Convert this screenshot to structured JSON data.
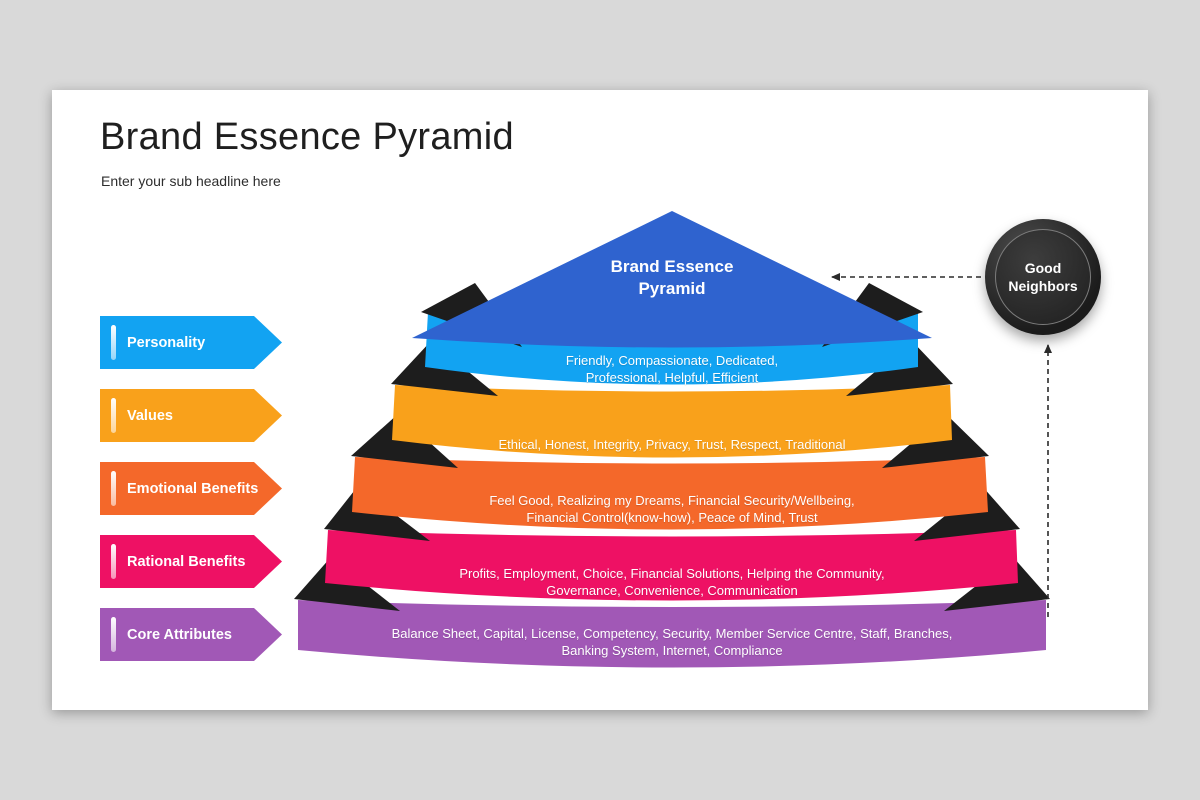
{
  "page": {
    "background": "#d9d9d9"
  },
  "slide": {
    "title": "Brand Essence Pyramid",
    "subtitle": "Enter your sub headline here"
  },
  "side_labels": [
    {
      "label": "Personality",
      "color": "#12a3f2"
    },
    {
      "label": "Values",
      "color": "#f9a11b"
    },
    {
      "label": "Emotional Benefits",
      "color": "#f4682a"
    },
    {
      "label": "Rational Benefits",
      "color": "#ee1164"
    },
    {
      "label": "Core Attributes",
      "color": "#a158b6"
    }
  ],
  "pyramid": {
    "apex": {
      "title": "Brand Essence\nPyramid",
      "color": "#2f63cf"
    },
    "levels": [
      {
        "color": "#12a3f2",
        "text": "Friendly, Compassionate, Dedicated,\nProfessional, Helpful, Efficient"
      },
      {
        "color": "#f9a11b",
        "text": "Ethical, Honest, Integrity, Privacy, Trust, Respect, Traditional"
      },
      {
        "color": "#f4682a",
        "text": "Feel Good, Realizing my Dreams, Financial Security/Wellbeing,\nFinancial Control(know-how), Peace of Mind, Trust"
      },
      {
        "color": "#ee1164",
        "text": "Profits, Employment, Choice, Financial Solutions, Helping the Community,\nGovernance, Convenience, Communication"
      },
      {
        "color": "#a158b6",
        "text": "Balance Sheet, Capital, License, Competency, Security, Member Service Centre, Staff, Branches,\nBanking System, Internet, Compliance"
      }
    ]
  },
  "badge": {
    "text": "Good\nNeighbors",
    "bg": "#2b2b2b"
  }
}
